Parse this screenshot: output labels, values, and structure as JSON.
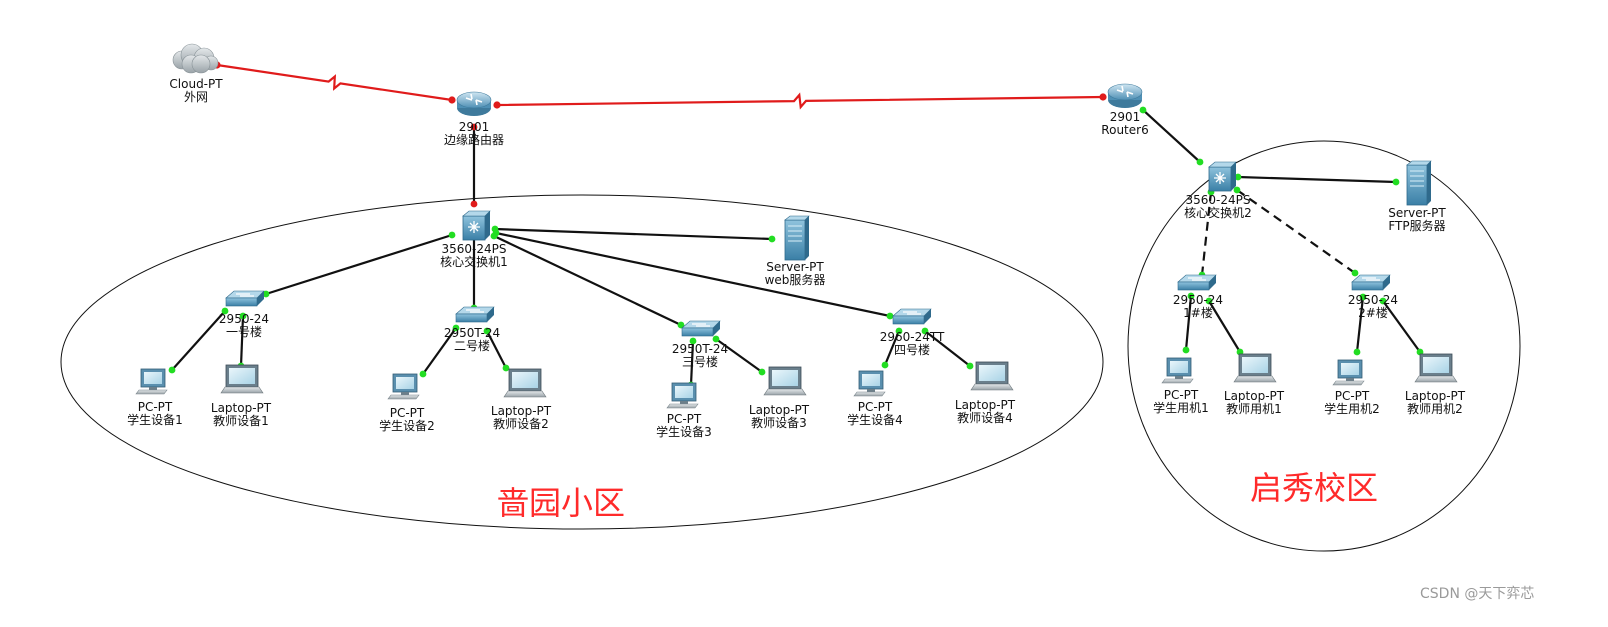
{
  "diagram": {
    "colors": {
      "serial_link": "#e01b1b",
      "ethernet_link": "#111111",
      "port_up": "#22dd22",
      "port_serial": "#e01b1b",
      "area_label": "#ff2a2a",
      "device_blue": "#3a7fa6"
    },
    "areas": {
      "west_label": "啬园小区",
      "east_label": "启秀校区"
    },
    "devices": {
      "cloud": {
        "model": "Cloud-PT",
        "name": "外网",
        "icon": "cloud-icon"
      },
      "r_edge": {
        "model": "2901",
        "name": "边缘路由器",
        "icon": "router-icon"
      },
      "r6": {
        "model": "2901",
        "name": "Router6",
        "icon": "router-icon"
      },
      "core1": {
        "model": "3560-24PS",
        "name": "核心交换机1",
        "icon": "multilayer-switch-icon"
      },
      "core2": {
        "model": "3560-24PS",
        "name": "核心交换机2",
        "icon": "multilayer-switch-icon"
      },
      "web": {
        "model": "Server-PT",
        "name": "web服务器",
        "icon": "server-icon"
      },
      "ftp": {
        "model": "Server-PT",
        "name": "FTP服务器",
        "icon": "server-icon"
      },
      "sw1": {
        "model": "2950-24",
        "name": "一号楼",
        "icon": "switch-icon"
      },
      "sw2": {
        "model": "2950T-24",
        "name": "二号楼",
        "icon": "switch-icon"
      },
      "sw3": {
        "model": "2950T-24",
        "name": "三号楼",
        "icon": "switch-icon"
      },
      "sw4": {
        "model": "2960-24TT",
        "name": "四号楼",
        "icon": "switch-icon"
      },
      "swA": {
        "model": "2950-24",
        "name": "1#楼",
        "icon": "switch-icon"
      },
      "swB": {
        "model": "2950-24",
        "name": "2#楼",
        "icon": "switch-icon"
      },
      "pc1": {
        "model": "PC-PT",
        "name": "学生设备1",
        "icon": "pc-icon"
      },
      "lap1": {
        "model": "Laptop-PT",
        "name": "教师设备1",
        "icon": "laptop-icon"
      },
      "pc2": {
        "model": "PC-PT",
        "name": "学生设备2",
        "icon": "pc-icon"
      },
      "lap2": {
        "model": "Laptop-PT",
        "name": "教师设备2",
        "icon": "laptop-icon"
      },
      "pc3": {
        "model": "PC-PT",
        "name": "学生设备3",
        "icon": "pc-icon"
      },
      "lap3": {
        "model": "Laptop-PT",
        "name": "教师设备3",
        "icon": "laptop-icon"
      },
      "pc4": {
        "model": "PC-PT",
        "name": "学生设备4",
        "icon": "pc-icon"
      },
      "lap4": {
        "model": "Laptop-PT",
        "name": "教师设备4",
        "icon": "laptop-icon"
      },
      "pcA": {
        "model": "PC-PT",
        "name": "学生用机1",
        "icon": "pc-icon"
      },
      "lapA": {
        "model": "Laptop-PT",
        "name": "教师用机1",
        "icon": "laptop-icon"
      },
      "pcB": {
        "model": "PC-PT",
        "name": "学生用机2",
        "icon": "pc-icon"
      },
      "lapB": {
        "model": "Laptop-PT",
        "name": "教师用机2",
        "icon": "laptop-icon"
      }
    },
    "links": [
      {
        "from": "cloud",
        "to": "r_edge",
        "type": "serial"
      },
      {
        "from": "r_edge",
        "to": "r6",
        "type": "serial"
      },
      {
        "from": "r_edge",
        "to": "core1",
        "type": "ethernet"
      },
      {
        "from": "core1",
        "to": "web",
        "type": "ethernet"
      },
      {
        "from": "core1",
        "to": "sw1",
        "type": "ethernet"
      },
      {
        "from": "core1",
        "to": "sw2",
        "type": "ethernet"
      },
      {
        "from": "core1",
        "to": "sw3",
        "type": "ethernet"
      },
      {
        "from": "core1",
        "to": "sw4",
        "type": "ethernet"
      },
      {
        "from": "sw1",
        "to": "pc1",
        "type": "ethernet"
      },
      {
        "from": "sw1",
        "to": "lap1",
        "type": "ethernet"
      },
      {
        "from": "sw2",
        "to": "pc2",
        "type": "ethernet"
      },
      {
        "from": "sw2",
        "to": "lap2",
        "type": "ethernet"
      },
      {
        "from": "sw3",
        "to": "pc3",
        "type": "ethernet"
      },
      {
        "from": "sw3",
        "to": "lap3",
        "type": "ethernet"
      },
      {
        "from": "sw4",
        "to": "pc4",
        "type": "ethernet"
      },
      {
        "from": "sw4",
        "to": "lap4",
        "type": "ethernet"
      },
      {
        "from": "r6",
        "to": "core2",
        "type": "ethernet"
      },
      {
        "from": "core2",
        "to": "ftp",
        "type": "ethernet"
      },
      {
        "from": "core2",
        "to": "swA",
        "type": "crossover"
      },
      {
        "from": "core2",
        "to": "swB",
        "type": "crossover"
      },
      {
        "from": "swA",
        "to": "pcA",
        "type": "ethernet"
      },
      {
        "from": "swA",
        "to": "lapA",
        "type": "ethernet"
      },
      {
        "from": "swB",
        "to": "pcB",
        "type": "ethernet"
      },
      {
        "from": "swB",
        "to": "lapB",
        "type": "ethernet"
      }
    ],
    "watermark": "CSDN @天下弈芯"
  }
}
